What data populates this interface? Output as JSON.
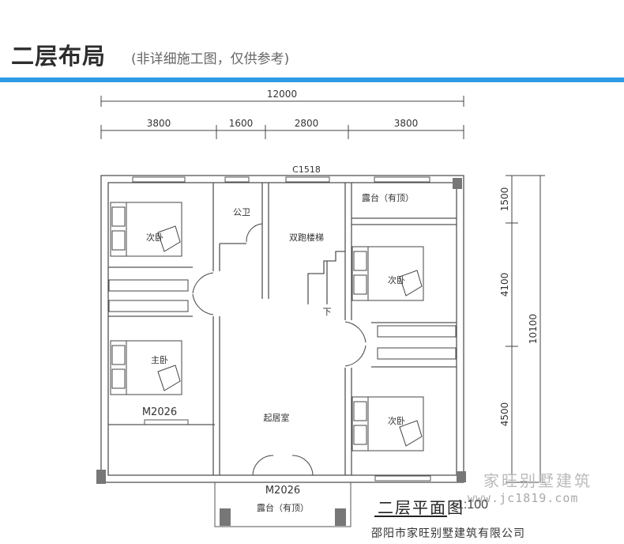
{
  "header": {
    "title": "二层布局",
    "subtitle": "(非详细施工图，仅供参考)"
  },
  "dimensions": {
    "top_total": "12000",
    "top_segments": [
      "3800",
      "1600",
      "2800",
      "3800"
    ],
    "right_segments": [
      "1500",
      "4100",
      "4500"
    ],
    "right_total": "10100"
  },
  "rooms": {
    "window_top": "C1518",
    "terrace_top": "露台（有顶）",
    "bathroom": "公卫",
    "stairs": "双跑楼梯",
    "stairs_down": "下",
    "bedroom_nw": "次卧",
    "bedroom_ne": "次卧",
    "master": "主卧",
    "door_left": "M2026",
    "living": "起居室",
    "bedroom_se": "次卧",
    "door_bottom": "M2026",
    "terrace_bottom": "露台（有顶）"
  },
  "footer": {
    "plan_title": "二层平面图",
    "scale": "1:100",
    "company": "邵阳市家旺别墅建筑有限公司"
  },
  "watermark": {
    "brand": "家旺别墅建筑",
    "url": "www.jc1819.com"
  },
  "colors": {
    "accent": "#2f9be6",
    "wall": "#555555"
  }
}
